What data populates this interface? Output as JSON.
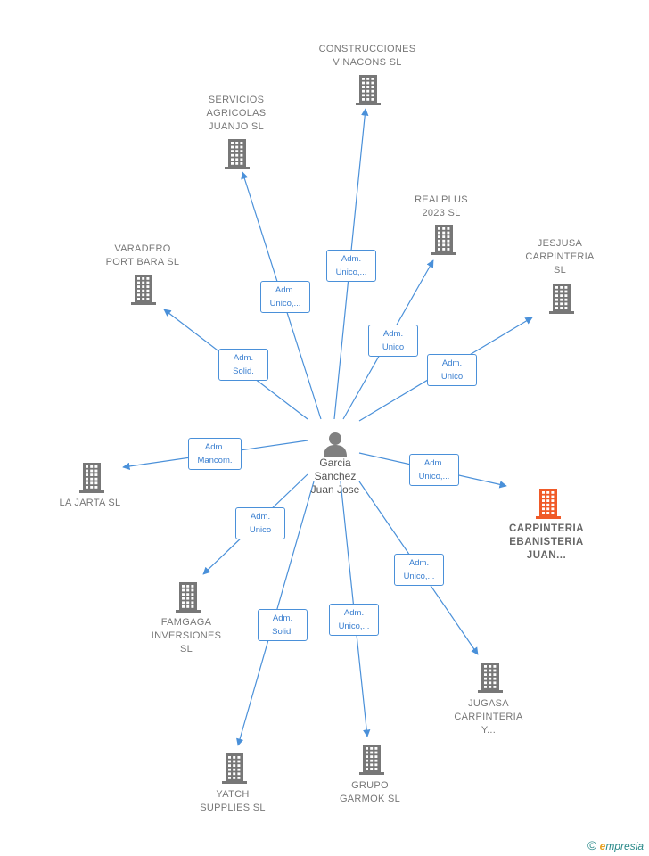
{
  "center": {
    "name": "Garcia\nSanchez\nJuan Jose",
    "icon": "person-icon"
  },
  "colors": {
    "edge": "#4a90d9",
    "building": "#777777",
    "highlight": "#f05a28"
  },
  "companies": [
    {
      "key": "construcciones",
      "label": "CONSTRUCCIONES\nVINACONS SL",
      "relation": "Adm.\nUnico,...",
      "highlight": false
    },
    {
      "key": "servicios",
      "label": "SERVICIOS\nAGRICOLAS\nJUANJO  SL",
      "relation": "Adm.\nUnico,...",
      "highlight": false
    },
    {
      "key": "realplus",
      "label": "REALPLUS\n2023  SL",
      "relation": "Adm.\nUnico",
      "highlight": false
    },
    {
      "key": "varadero",
      "label": "VARADERO\nPORT BARA  SL",
      "relation": "Adm.\nSolid.",
      "highlight": false
    },
    {
      "key": "jesjusa",
      "label": "JESJUSA\nCARPINTERIA\nSL",
      "relation": "Adm.\nUnico",
      "highlight": false
    },
    {
      "key": "lajarta",
      "label": "LA JARTA  SL",
      "relation": "Adm.\nMancom.",
      "highlight": false
    },
    {
      "key": "carpinteria",
      "label": "CARPINTERIA\nEBANISTERIA\nJUAN...",
      "relation": "Adm.\nUnico,...",
      "highlight": true
    },
    {
      "key": "famgaga",
      "label": "FAMGAGA\nINVERSIONES\nSL",
      "relation": "Adm.\nUnico",
      "highlight": false
    },
    {
      "key": "jugasa",
      "label": "JUGASA\nCARPINTERIA\nY...",
      "relation": "Adm.\nUnico,...",
      "highlight": false
    },
    {
      "key": "yatch",
      "label": "YATCH\nSUPPLIES  SL",
      "relation": "Adm.\nSolid.",
      "highlight": false
    },
    {
      "key": "grupo",
      "label": "GRUPO\nGARMOK  SL",
      "relation": "Adm.\nUnico,...",
      "highlight": false
    }
  ],
  "brand": {
    "copyright": "©",
    "first": "e",
    "rest": "mpresia"
  }
}
